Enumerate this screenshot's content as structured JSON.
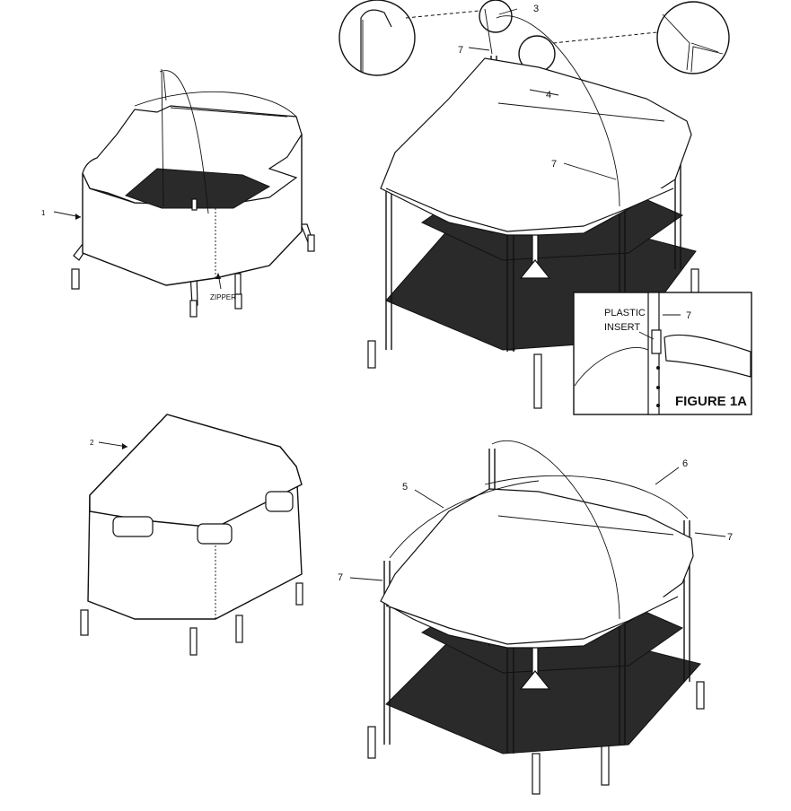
{
  "labels": {
    "part_1": "1",
    "part_2": "2",
    "part_3": "3",
    "part_4": "4",
    "part_5": "5",
    "part_6": "6",
    "part_7a": "7",
    "part_7b": "7",
    "part_7c": "7",
    "part_7d": "7",
    "part_7e": "7",
    "zipper": "ZIPPER",
    "plastic": "PLASTIC",
    "insert": "INSERT",
    "figure": "FIGURE 1A"
  }
}
